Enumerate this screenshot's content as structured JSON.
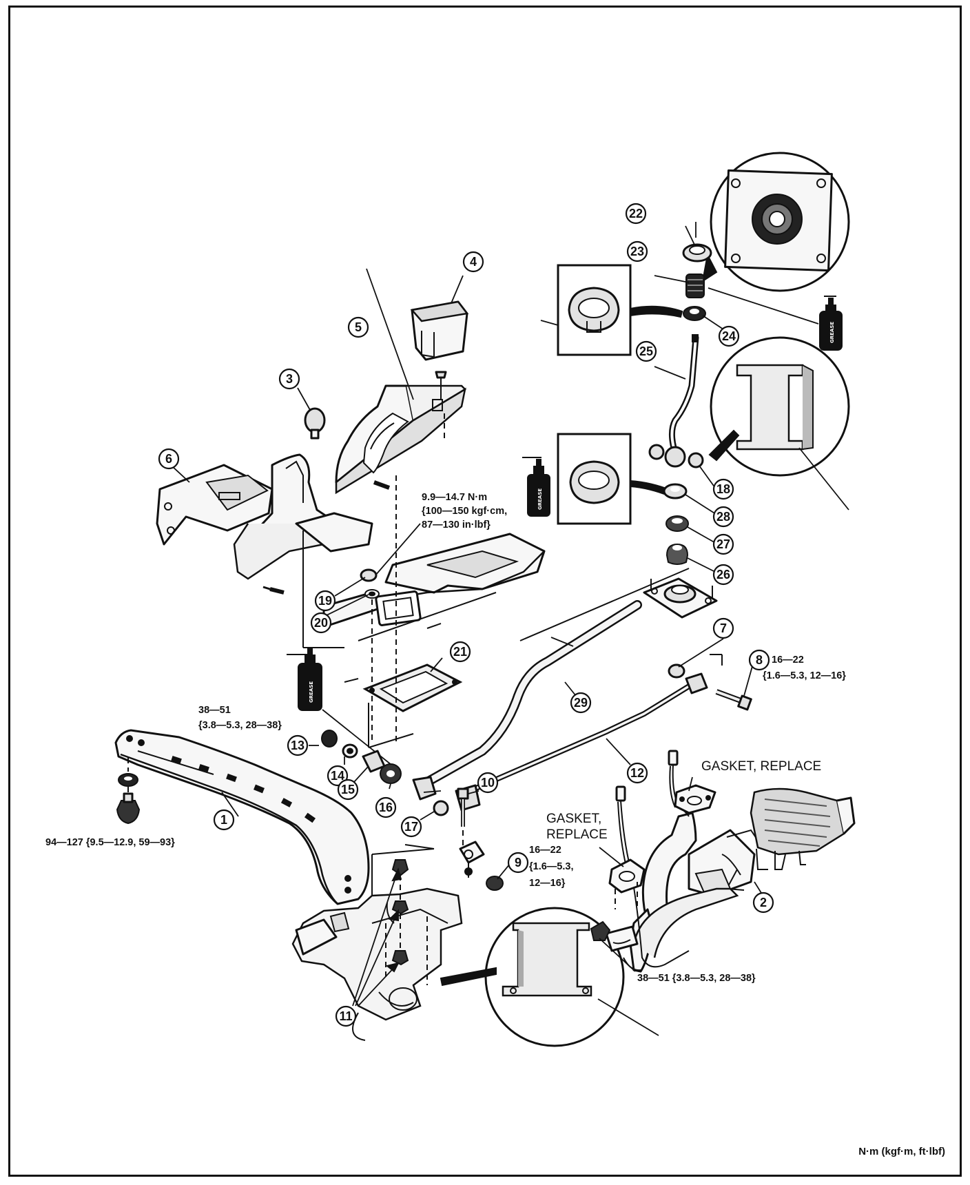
{
  "callouts": {
    "c1": "1",
    "c2": "2",
    "c3": "3",
    "c4": "4",
    "c5": "5",
    "c6": "6",
    "c7": "7",
    "c8": "8",
    "c9": "9",
    "c10": "10",
    "c11": "11",
    "c12": "12",
    "c13": "13",
    "c14": "14",
    "c15": "15",
    "c16": "16",
    "c17": "17",
    "c18": "18",
    "c19": "19",
    "c20": "20",
    "c21": "21",
    "c22": "22",
    "c23": "23",
    "c24": "24",
    "c25": "25",
    "c26": "26",
    "c27": "27",
    "c28": "28",
    "c29": "29"
  },
  "torque": {
    "shift_cover_line1": "9.9—14.7 N·m",
    "shift_cover_line2": "{100—150 kgf·cm,",
    "shift_cover_line3": "87—130 in·lbf}",
    "bolt8_line1": "16—22",
    "bolt8_line2": "{1.6—5.3, 12—16}",
    "nut13_line1": "38—51",
    "nut13_line2": "{3.8—5.3, 28—38}",
    "crossmember": "94—127 {9.5—12.9, 59—93}",
    "flange_line1": "16—22",
    "flange_line2": "{1.6—5.3,",
    "flange_line3": "12—16}",
    "exhaust_nut": "38—51 {3.8—5.3, 28—38}"
  },
  "notes": {
    "gasket_upper": "GASKET, REPLACE",
    "gasket_lower_line1": "GASKET,",
    "gasket_lower_line2": "REPLACE"
  },
  "grease_label": "GREASE",
  "units": "N·m (kgf·m, ft·lbf)"
}
